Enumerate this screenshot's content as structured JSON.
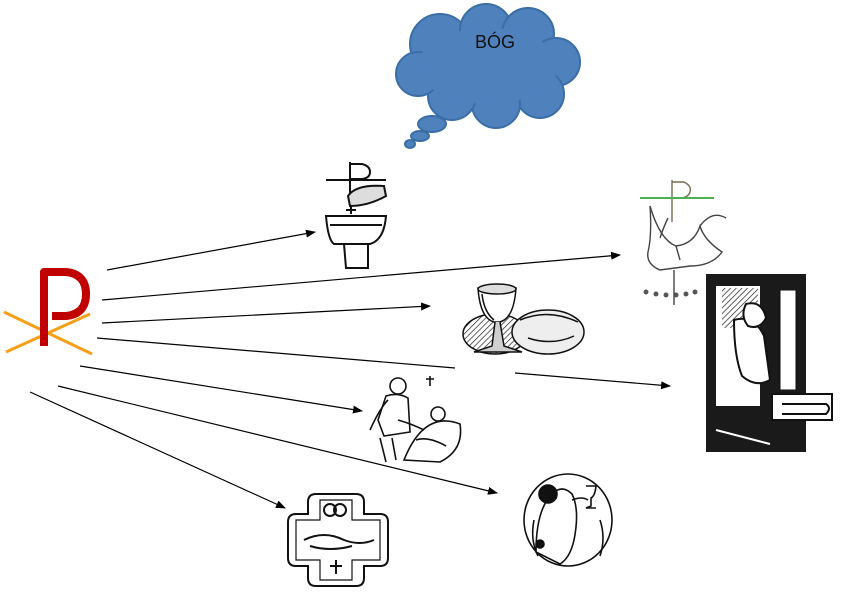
{
  "cloud": {
    "label": "BÓG",
    "fill": "#4f81bd",
    "stroke": "#3a6ea5"
  },
  "chi_rho": {
    "letter_color": "#c00000",
    "cross_color": "#f6a01a"
  },
  "arrow_color": "#000000",
  "sacraments": [
    {
      "id": "baptism",
      "icon": "baptism-font-icon"
    },
    {
      "id": "confirmation",
      "icon": "confirmation-dove-icon"
    },
    {
      "id": "eucharist",
      "icon": "chalice-bread-icon"
    },
    {
      "id": "penance",
      "icon": "confessional-icon"
    },
    {
      "id": "anointing",
      "icon": "anointing-sick-icon"
    },
    {
      "id": "holy-orders",
      "icon": "priest-chalice-icon"
    },
    {
      "id": "matrimony",
      "icon": "wedding-rings-icon"
    }
  ]
}
